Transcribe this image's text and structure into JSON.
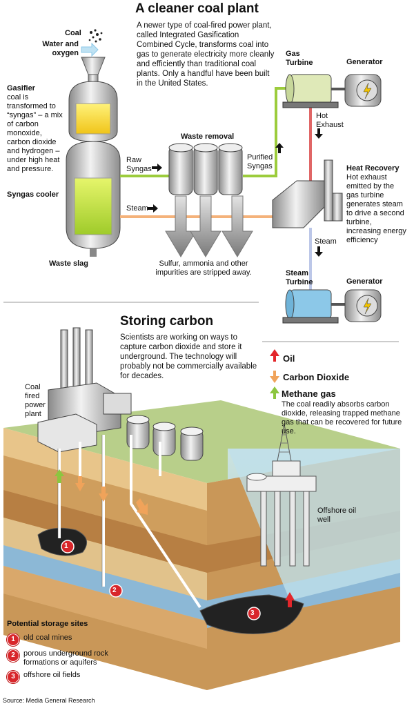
{
  "top": {
    "title": "A cleaner coal plant",
    "intro": "A newer type of coal-fired power plant, called Integrated Gasification Combined Cycle, transforms coal into gas to generate electricity more cleanly and efficiently than traditional coal plants. Only a handful have been built in the United States.",
    "coal": "Coal",
    "water": "Water and oxygen",
    "gasifier_head": "Gasifier",
    "gasifier_body": "coal is transformed to “syngas” – a mix of carbon monoxide, carbon dioxide and hydrogen – under high heat and pressure.",
    "syngas_cooler": "Syngas cooler",
    "waste_slag": "Waste slag",
    "raw_syngas": "Raw Syngas",
    "steam1": "Steam",
    "waste_removal": "Waste removal",
    "impurities": "Sulfur, ammonia and other impurities are stripped away.",
    "purified_syngas": "Purified Syngas",
    "gas_turbine": "Gas Turbine",
    "generator1": "Generator",
    "hot_exhaust": "Hot Exhaust",
    "heat_recovery_head": "Heat Recovery",
    "heat_recovery_body": "Hot exhaust emitted by the gas turbine generates steam to drive a second turbine, increasing energy efficiency",
    "steam2": "Steam",
    "steam_turbine": "Steam Turbine",
    "generator2": "Generator"
  },
  "bottom": {
    "title": "Storing carbon",
    "intro": "Scientists are working on ways to capture carbon dioxide and store it underground. The technology will probably not be commercially available for decades.",
    "power_plant": "Coal fired power plant",
    "legend": [
      {
        "label": "Oil",
        "color": "#e3262b"
      },
      {
        "label": "Carbon Dioxide",
        "color": "#f0a35a"
      },
      {
        "label": "Methane gas",
        "color": "#8cc63f"
      }
    ],
    "methane_note": "The coal readily absorbs carbon dioxide, releasing trapped methane gas that can be recovered for future use.",
    "offshore": "Offshore oil well",
    "sites_title": "Potential storage sites",
    "sites": [
      {
        "num": "1",
        "label": "old coal mines"
      },
      {
        "num": "2",
        "label": "porous underground rock formations or aquifers"
      },
      {
        "num": "3",
        "label": "offshore oil fields"
      }
    ],
    "source": "Source: Media General Research"
  },
  "colors": {
    "accent_red": "#d8262b",
    "syngas_green": "#9ccc3c",
    "steam_orange": "#f4b27a",
    "machine_green": "#d8e7b0",
    "machine_blue": "#8cc8e8"
  }
}
